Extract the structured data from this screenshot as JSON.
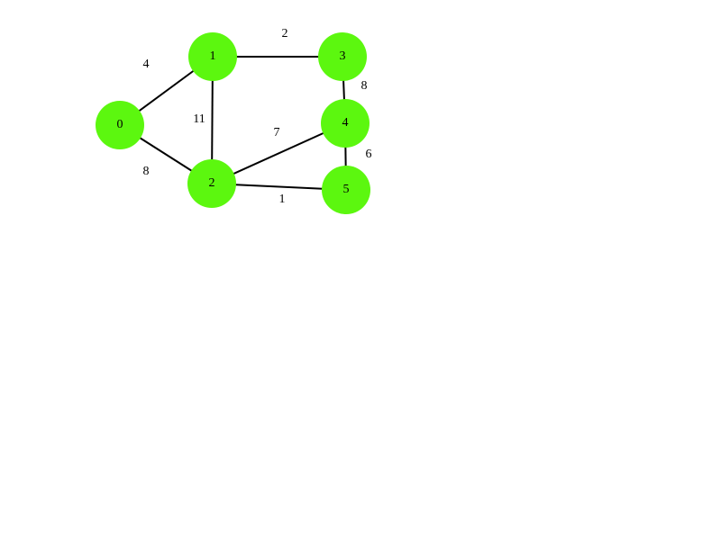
{
  "graph": {
    "node_color": "#5cf70f",
    "edge_color": "#000000",
    "nodes": [
      {
        "id": "0",
        "label": "0"
      },
      {
        "id": "1",
        "label": "1"
      },
      {
        "id": "2",
        "label": "2"
      },
      {
        "id": "3",
        "label": "3"
      },
      {
        "id": "4",
        "label": "4"
      },
      {
        "id": "5",
        "label": "5"
      }
    ],
    "edges": [
      {
        "from": "0",
        "to": "1",
        "weight": "4"
      },
      {
        "from": "0",
        "to": "2",
        "weight": "8"
      },
      {
        "from": "1",
        "to": "2",
        "weight": "11"
      },
      {
        "from": "1",
        "to": "3",
        "weight": "2"
      },
      {
        "from": "3",
        "to": "4",
        "weight": "8"
      },
      {
        "from": "2",
        "to": "4",
        "weight": "7"
      },
      {
        "from": "4",
        "to": "5",
        "weight": "6"
      },
      {
        "from": "2",
        "to": "5",
        "weight": "1"
      }
    ]
  }
}
